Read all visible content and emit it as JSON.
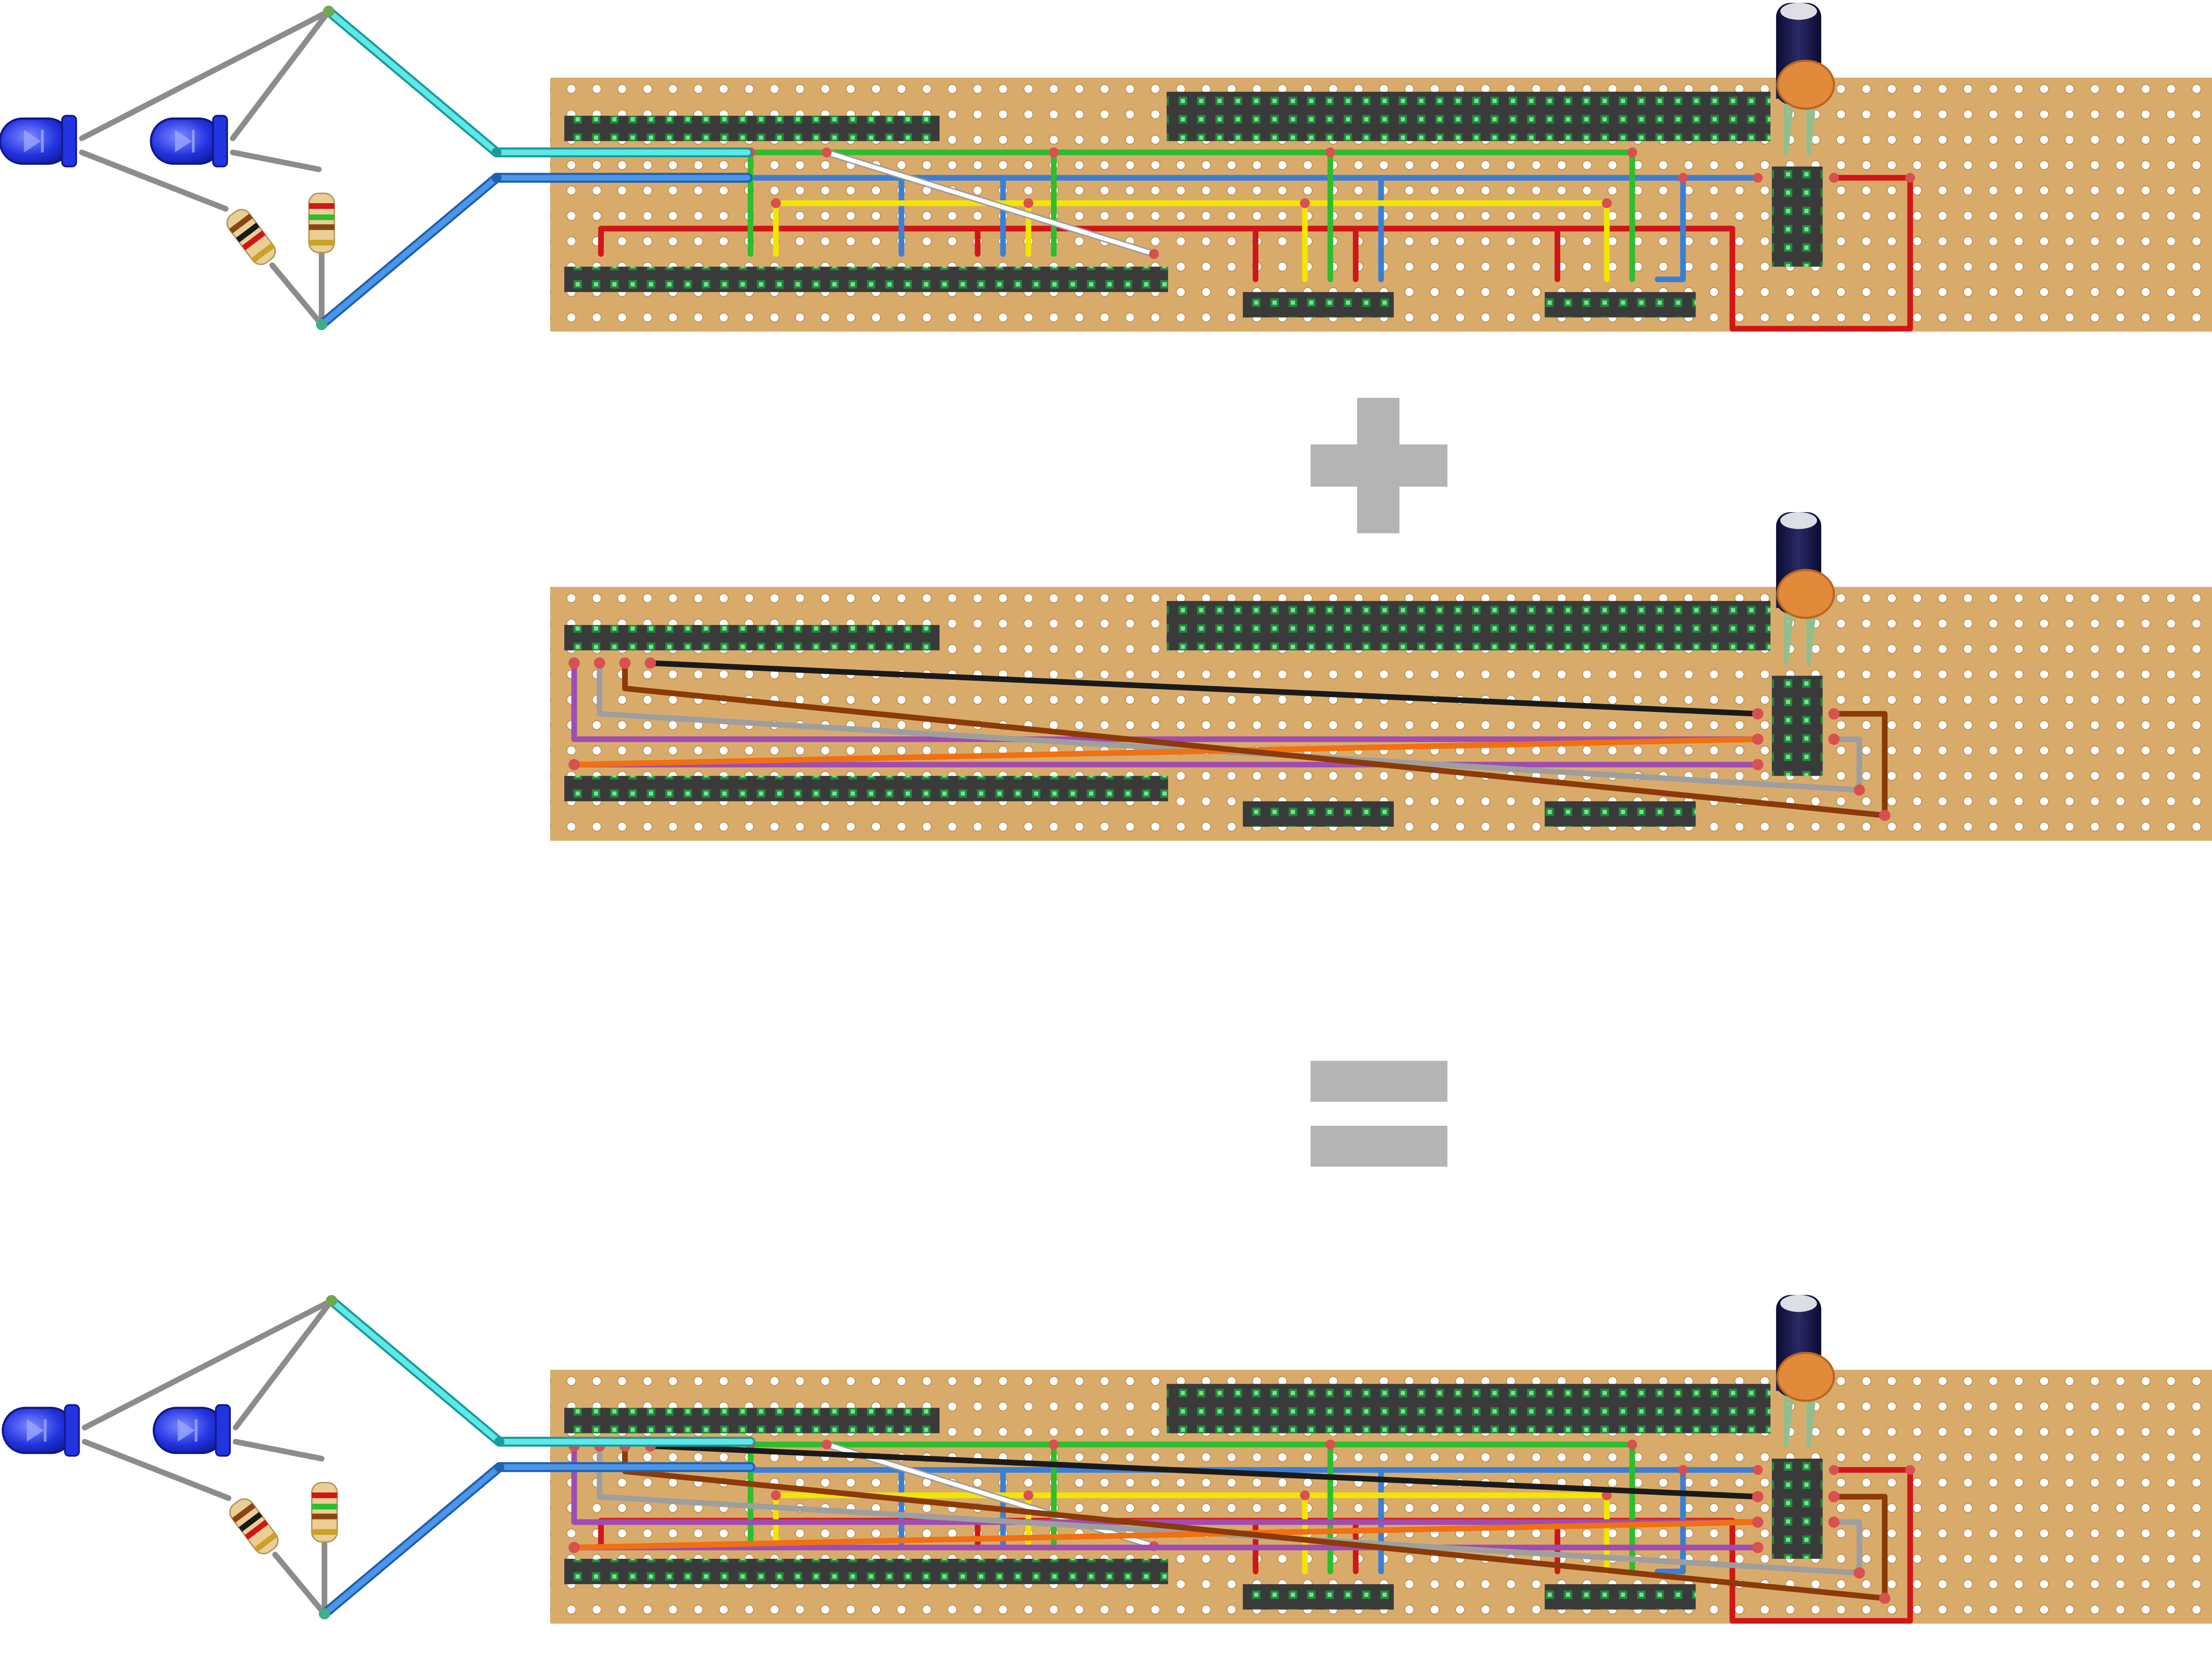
{
  "diagram": {
    "panels": [
      {
        "id": "top",
        "role": "led-and-first-wiring-layer",
        "has_led_circuit": true,
        "layers": [
          "layer1"
        ]
      },
      {
        "id": "middle",
        "role": "second-wiring-layer",
        "has_led_circuit": false,
        "layers": [
          "layer2"
        ]
      },
      {
        "id": "bottom",
        "role": "combined-result",
        "has_led_circuit": true,
        "layers": [
          "layer1",
          "layer2"
        ]
      }
    ],
    "operators": [
      {
        "symbol": "plus",
        "between": [
          "top",
          "middle"
        ]
      },
      {
        "symbol": "equals",
        "between": [
          "middle",
          "bottom"
        ]
      }
    ],
    "components": [
      "blue-led",
      "blue-led",
      "resistor",
      "resistor",
      "electrolytic-capacitor",
      "ceramic-capacitor",
      "pin-headers",
      "stripboard"
    ],
    "wire_colors": {
      "cyan": "#33d6d6",
      "blue": "#3a7fd5",
      "green": "#2dbd2d",
      "white": "#ffffff",
      "red": "#d01616",
      "yellow": "#f2e600",
      "black": "#1a1a1a",
      "gray": "#9e9e9e",
      "brown": "#8b3a08",
      "purple": "#a04cb0",
      "orange": "#f07012",
      "led_wire": "#8c8c8c"
    },
    "board_color": "#d9ab6b",
    "header_color": "#3a3a3a",
    "pin_color": "#2fa24a",
    "operator_color": "#b4b4b4"
  }
}
